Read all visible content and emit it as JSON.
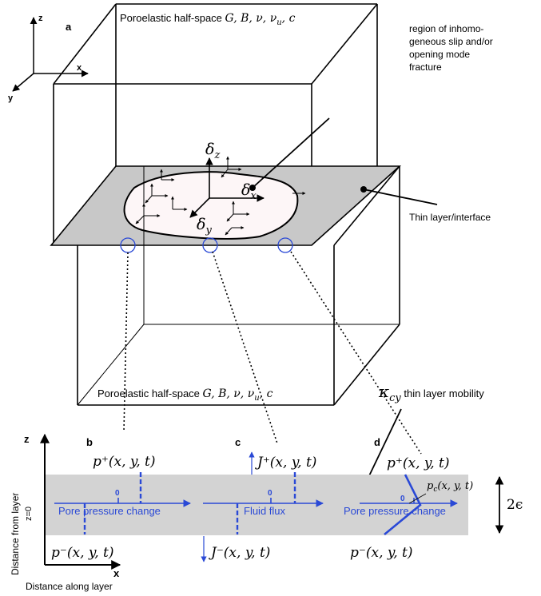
{
  "axes3d": {
    "z": "z",
    "x": "x",
    "y": "y"
  },
  "panel_labels": {
    "a": "a",
    "b": "b",
    "c": "c",
    "d": "d"
  },
  "top_box_label": {
    "prefix": "Poroelastic half-space ",
    "params": "G, B, ν, ν",
    "sub_u": "u",
    "tail": ", c"
  },
  "bottom_box_label": {
    "prefix": "Poroelastic half-space ",
    "params": "G, B, ν, ν",
    "sub_u": "u",
    "tail": ", c"
  },
  "region_note": [
    "region of inhomo-",
    "geneous slip and/or",
    "opening mode",
    "fracture"
  ],
  "layer_note": "Thin layer/interface",
  "delta_labels": {
    "symbol": "δ",
    "z": "z",
    "x": "x",
    "y": "y"
  },
  "mobility": {
    "kappa": "κ",
    "sub": "cy",
    "text": " thin layer mobility"
  },
  "plot_axes": {
    "z": "z",
    "x": "x",
    "z0": "z=0",
    "ylabel": "Distance from layer",
    "xlabel": "Distance along layer"
  },
  "panel_b": {
    "p_plus": "p⁺(x, y, t)",
    "p_minus": "p⁻(x, y, t)",
    "zero": "0",
    "label": "Pore pressure change"
  },
  "panel_c": {
    "j_plus": "J⁺(x, y, t)",
    "j_minus": "J⁻(x, y, t)",
    "zero": "0",
    "label": "Fluid flux"
  },
  "panel_d": {
    "p_plus": "p⁺(x, y, t)",
    "p_minus": "p⁻(x, y, t)",
    "pc_main": "p",
    "pc_sub": "c",
    "pc_args": "(x, y, t)",
    "zero": "0",
    "label": "Pore pressure change",
    "thickness": "2ϵ"
  },
  "colors": {
    "blue": "#2a49d6",
    "layer_gray": "#d3d3d3",
    "interface_gray": "#c8c8c8"
  }
}
